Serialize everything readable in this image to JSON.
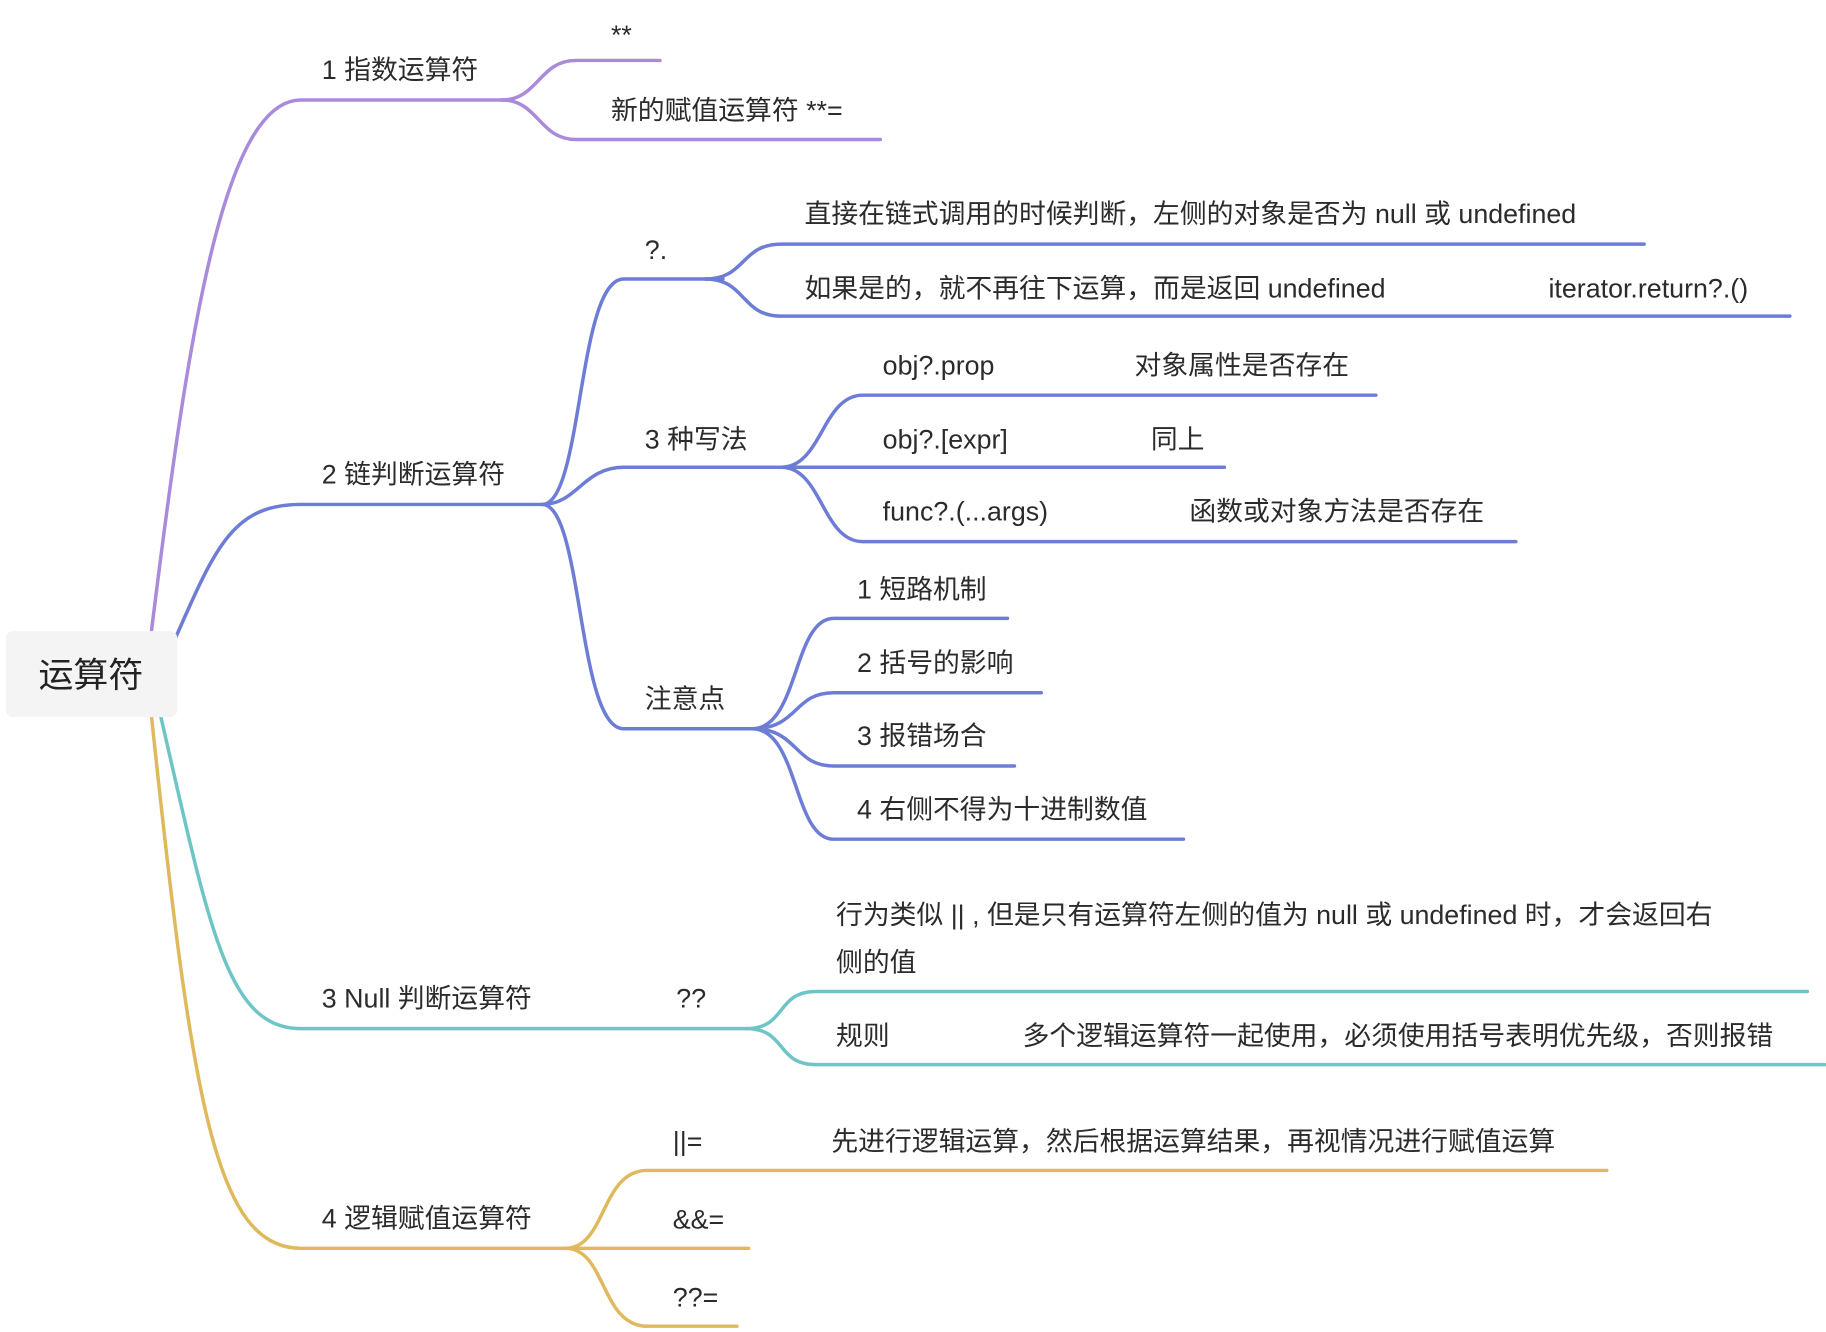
{
  "root": {
    "label": "运算符"
  },
  "branches": [
    {
      "label": "1 指数运算符",
      "color": "#a98bdc",
      "children": [
        {
          "label": "**"
        },
        {
          "label": "新的赋值运算符 **="
        }
      ]
    },
    {
      "label": "2 链判断运算符",
      "color": "#6d7dd6",
      "children": [
        {
          "label": "?.",
          "children": [
            {
              "label": "直接在链式调用的时候判断，左侧的对象是否为 null 或 undefined"
            },
            {
              "label": "如果是的，就不再往下运算，而是返回 undefined",
              "note": "iterator.return?.()"
            }
          ]
        },
        {
          "label": "3 种写法",
          "children": [
            {
              "label": "obj?.prop",
              "note": "对象属性是否存在"
            },
            {
              "label": "obj?.[expr]",
              "note": "同上"
            },
            {
              "label": "func?.(...args)",
              "note": "函数或对象方法是否存在"
            }
          ]
        },
        {
          "label": "注意点",
          "children": [
            {
              "label": "1 短路机制"
            },
            {
              "label": "2 括号的影响"
            },
            {
              "label": "3 报错场合"
            },
            {
              "label": "4 右侧不得为十进制数值"
            }
          ]
        }
      ]
    },
    {
      "label": "3 Null 判断运算符",
      "color": "#6ec5c6",
      "children": [
        {
          "label": "??",
          "children": [
            {
              "lines": [
                "行为类似 || , 但是只有运算符左侧的值为 null 或 undefined 时，才会返回右",
                "侧的值"
              ]
            },
            {
              "label": "规则",
              "note": "多个逻辑运算符一起使用，必须使用括号表明优先级，否则报错"
            }
          ]
        }
      ]
    },
    {
      "label": "4 逻辑赋值运算符",
      "color": "#dfb95b",
      "children": [
        {
          "label": "||=",
          "note": "先进行逻辑运算，然后根据运算结果，再视情况进行赋值运算"
        },
        {
          "label": "&&="
        },
        {
          "label": "??="
        }
      ]
    }
  ]
}
